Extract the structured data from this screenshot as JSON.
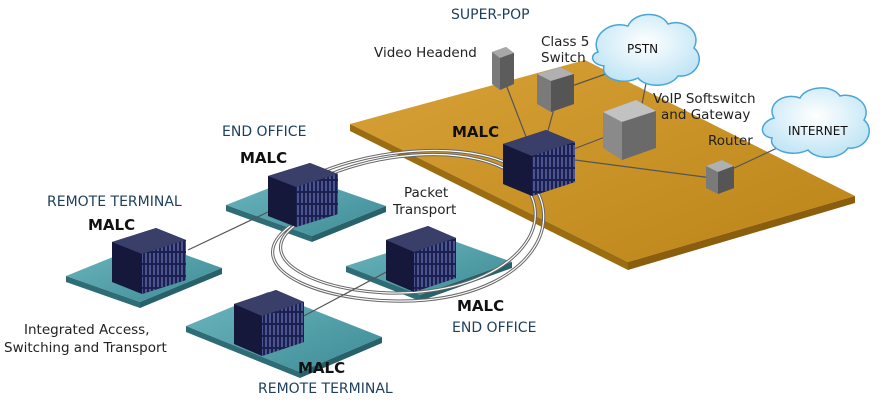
{
  "labels": {
    "super_pop": "SUPER-POP",
    "video_headend": "Video Headend",
    "class5_line1": "Class 5",
    "class5_line2": "Switch",
    "pstn": "PSTN",
    "voip_line1": "VoIP Softswitch",
    "voip_line2": "and Gateway",
    "router": "Router",
    "internet": "INTERNET",
    "malc_superpop": "MALC",
    "end_office_left_title": "END OFFICE",
    "malc_end_office_left": "MALC",
    "packet_line1": "Packet",
    "packet_line2": "Transport",
    "remote_terminal_left_title": "REMOTE TERMINAL",
    "malc_remote_left": "MALC",
    "integrated_line1": "Integrated Access,",
    "integrated_line2": "Switching and Transport",
    "malc_end_office_right": "MALC",
    "end_office_right_title": "END OFFICE",
    "malc_remote_bottom": "MALC",
    "remote_terminal_bottom_title": "REMOTE TERMINAL"
  },
  "colors": {
    "super_pop_platform": "#c8901e",
    "super_pop_edge": "#9c6c10",
    "site_platform": "#4f9ca6",
    "site_edge": "#2f6d76",
    "malc_chassis": "#15183a",
    "cloud_fill": "#d6eef8",
    "cloud_stroke": "#4aa6d6",
    "link_line": "#555555"
  }
}
